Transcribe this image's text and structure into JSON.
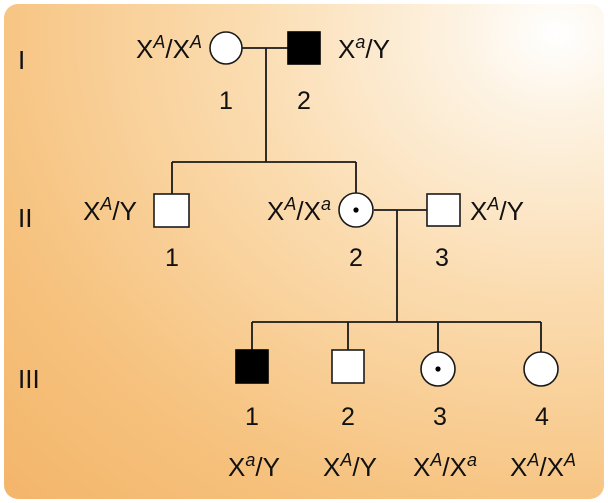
{
  "generations": [
    {
      "label": "I"
    },
    {
      "label": "II"
    },
    {
      "label": "III"
    }
  ],
  "individuals": {
    "I1": {
      "number": "1",
      "sex": "female",
      "status": "unaffected",
      "genotype": {
        "a1": "X",
        "s1": "A",
        "sep": "/",
        "a2": "X",
        "s2": "A"
      }
    },
    "I2": {
      "number": "2",
      "sex": "male",
      "status": "affected",
      "genotype": {
        "a1": "X",
        "s1": "a",
        "sep": "/",
        "a2": "Y",
        "s2": ""
      }
    },
    "II1": {
      "number": "1",
      "sex": "male",
      "status": "unaffected",
      "genotype": {
        "a1": "X",
        "s1": "A",
        "sep": "/",
        "a2": "Y",
        "s2": ""
      }
    },
    "II2": {
      "number": "2",
      "sex": "female",
      "status": "carrier",
      "genotype": {
        "a1": "X",
        "s1": "A",
        "sep": "/",
        "a2": "X",
        "s2": "a"
      }
    },
    "II3": {
      "number": "3",
      "sex": "male",
      "status": "unaffected",
      "genotype": {
        "a1": "X",
        "s1": "A",
        "sep": "/",
        "a2": "Y",
        "s2": ""
      }
    },
    "III1": {
      "number": "1",
      "sex": "male",
      "status": "affected",
      "genotype": {
        "a1": "X",
        "s1": "a",
        "sep": "/",
        "a2": "Y",
        "s2": ""
      }
    },
    "III2": {
      "number": "2",
      "sex": "male",
      "status": "unaffected",
      "genotype": {
        "a1": "X",
        "s1": "A",
        "sep": "/",
        "a2": "Y",
        "s2": ""
      }
    },
    "III3": {
      "number": "3",
      "sex": "female",
      "status": "carrier",
      "genotype": {
        "a1": "X",
        "s1": "A",
        "sep": "/",
        "a2": "X",
        "s2": "a"
      }
    },
    "III4": {
      "number": "4",
      "sex": "female",
      "status": "unaffected",
      "genotype": {
        "a1": "X",
        "s1": "A",
        "sep": "/",
        "a2": "X",
        "s2": "A"
      }
    }
  },
  "colors": {
    "affected": "#000000",
    "unaffected": "#ffffff",
    "line": "#1a1a1a",
    "background_light": "#fdf3e3",
    "background_dark": "#f3b56a"
  },
  "icons": {
    "male": "square-icon",
    "female": "circle-icon",
    "carrier_marker": "dot-icon"
  }
}
